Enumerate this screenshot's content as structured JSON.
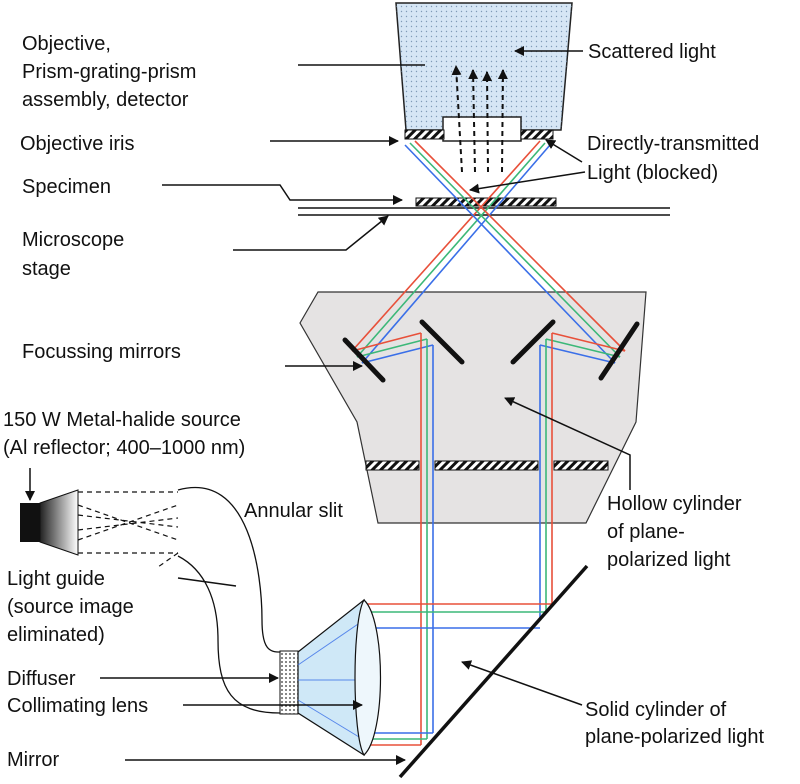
{
  "labels": {
    "objective_line1": "Objective,",
    "objective_line2": "Prism-grating-prism",
    "objective_line3": "assembly, detector",
    "objective_iris": "Objective iris",
    "specimen": "Specimen",
    "stage_line1": "Microscope",
    "stage_line2": "stage",
    "focussing_mirrors": "Focussing mirrors",
    "source_line1": "150 W Metal-halide source",
    "source_line2": "(Al reflector;  400–1000 nm)",
    "light_guide_line1": "Light guide",
    "light_guide_line2": "(source image",
    "light_guide_line3": "eliminated)",
    "diffuser": "Diffuser",
    "collimating_lens": "Collimating lens",
    "mirror": "Mirror",
    "scattered_light": "Scattered light",
    "direct_line1": "Directly-transmitted",
    "direct_line2": "Light (blocked)",
    "annular_slit": "Annular slit",
    "hollow_line1": "Hollow cylinder",
    "hollow_line2": "of plane-",
    "hollow_line3": "polarized light",
    "solid_line1": "Solid cylinder of",
    "solid_line2": "plane-polarized light"
  },
  "colors": {
    "ray_red": "#e8503a",
    "ray_green": "#3cb878",
    "ray_blue": "#3a6fe8",
    "housing_fill": "#e5e3e3",
    "detector_fill": "#d6e6f5",
    "lens_fill": "#cfe8f7"
  }
}
